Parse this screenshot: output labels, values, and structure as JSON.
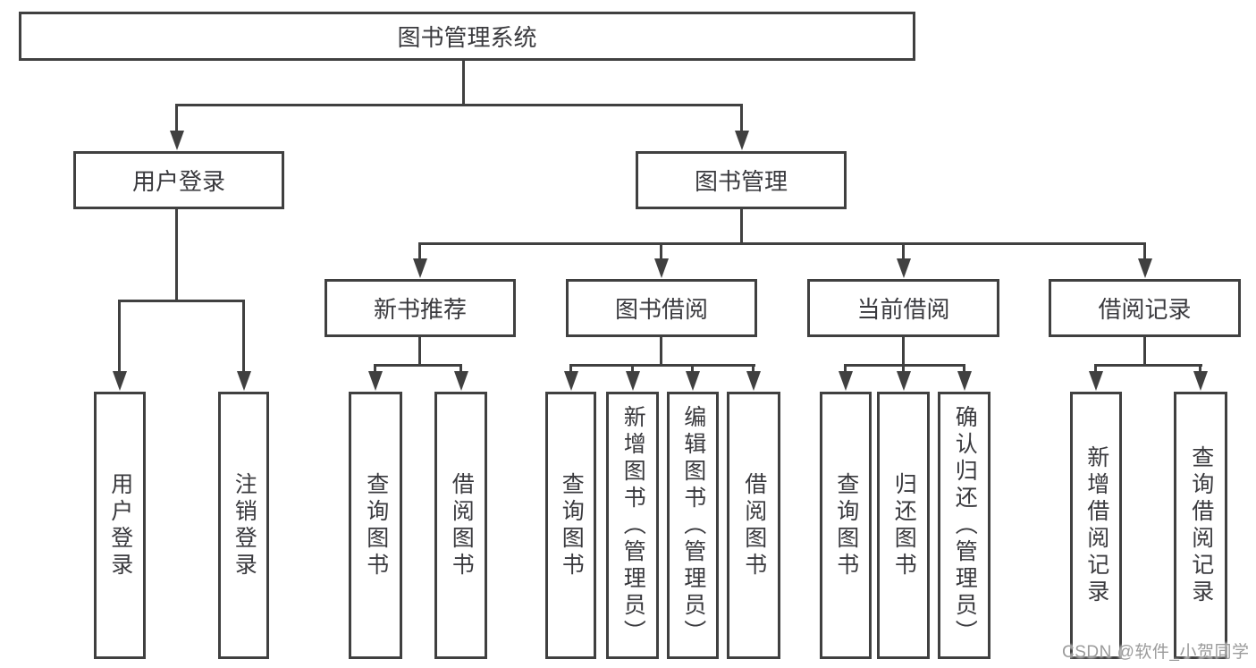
{
  "diagram": {
    "type": "hierarchy-tree",
    "colors": {
      "line": "#404040",
      "box_border": "#404040",
      "box_fill": "#ffffff",
      "text": "#3a3a3e",
      "background": "#ffffff",
      "watermark": "#9b9b9b"
    },
    "root": {
      "label": "图书管理系统",
      "children": [
        {
          "label": "用户登录",
          "children": [
            {
              "label": "用户登录"
            },
            {
              "label": "注销登录"
            }
          ]
        },
        {
          "label": "图书管理",
          "children": [
            {
              "label": "新书推荐",
              "children": [
                {
                  "label": "查询图书"
                },
                {
                  "label": "借阅图书"
                }
              ]
            },
            {
              "label": "图书借阅",
              "children": [
                {
                  "label": "查询图书"
                },
                {
                  "label": "新增图书（管理员）"
                },
                {
                  "label": "编辑图书（管理员）"
                },
                {
                  "label": "借阅图书"
                }
              ]
            },
            {
              "label": "当前借阅",
              "children": [
                {
                  "label": "查询图书"
                },
                {
                  "label": "归还图书"
                },
                {
                  "label": "确认归还（管理员）"
                }
              ]
            },
            {
              "label": "借阅记录",
              "children": [
                {
                  "label": "新增借阅记录"
                },
                {
                  "label": "查询借阅记录"
                }
              ]
            }
          ]
        }
      ]
    }
  },
  "watermark": {
    "text": "CSDN @软件_小贺同学"
  }
}
